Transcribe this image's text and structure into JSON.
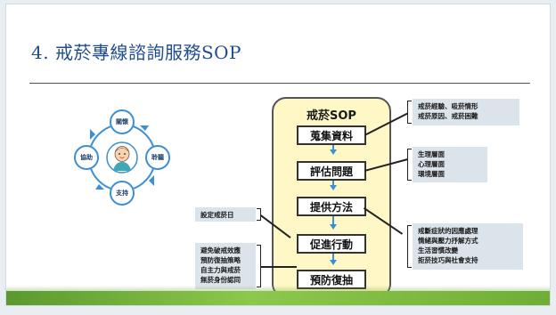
{
  "slide": {
    "title": "4. 戒菸專線諮詢服務SOP"
  },
  "cycle": {
    "nodes": [
      "關懷",
      "聆聽",
      "支持",
      "協助"
    ],
    "center_icon": "person-icon"
  },
  "sop": {
    "title": "戒菸SOP",
    "steps": [
      "蒐集資料",
      "評估問題",
      "提供方法",
      "促進行動",
      "預防復抽"
    ]
  },
  "details": {
    "collect": [
      "戒菸經驗、吸菸情形",
      "戒菸原因、戒菸困難"
    ],
    "assess": [
      "生理層面",
      "心理層面",
      "環境層面"
    ],
    "method": [
      "戒斷症狀的因應處理",
      "情緒與壓力抒解方式",
      "生活習慣改變",
      "拒菸技巧與社會支持"
    ],
    "action": [
      "設定戒菸日"
    ],
    "prevent": [
      "避免破戒效應",
      "預防復抽策略",
      "自主力與戒菸",
      "無菸身份認同"
    ]
  },
  "colors": {
    "title": "#1f4d8f",
    "accent_blue": "#3a8fd6",
    "panel_yellow": "#fff7c6",
    "detail_bg": "#dbe4ea",
    "band_green": "#8cc84b"
  }
}
